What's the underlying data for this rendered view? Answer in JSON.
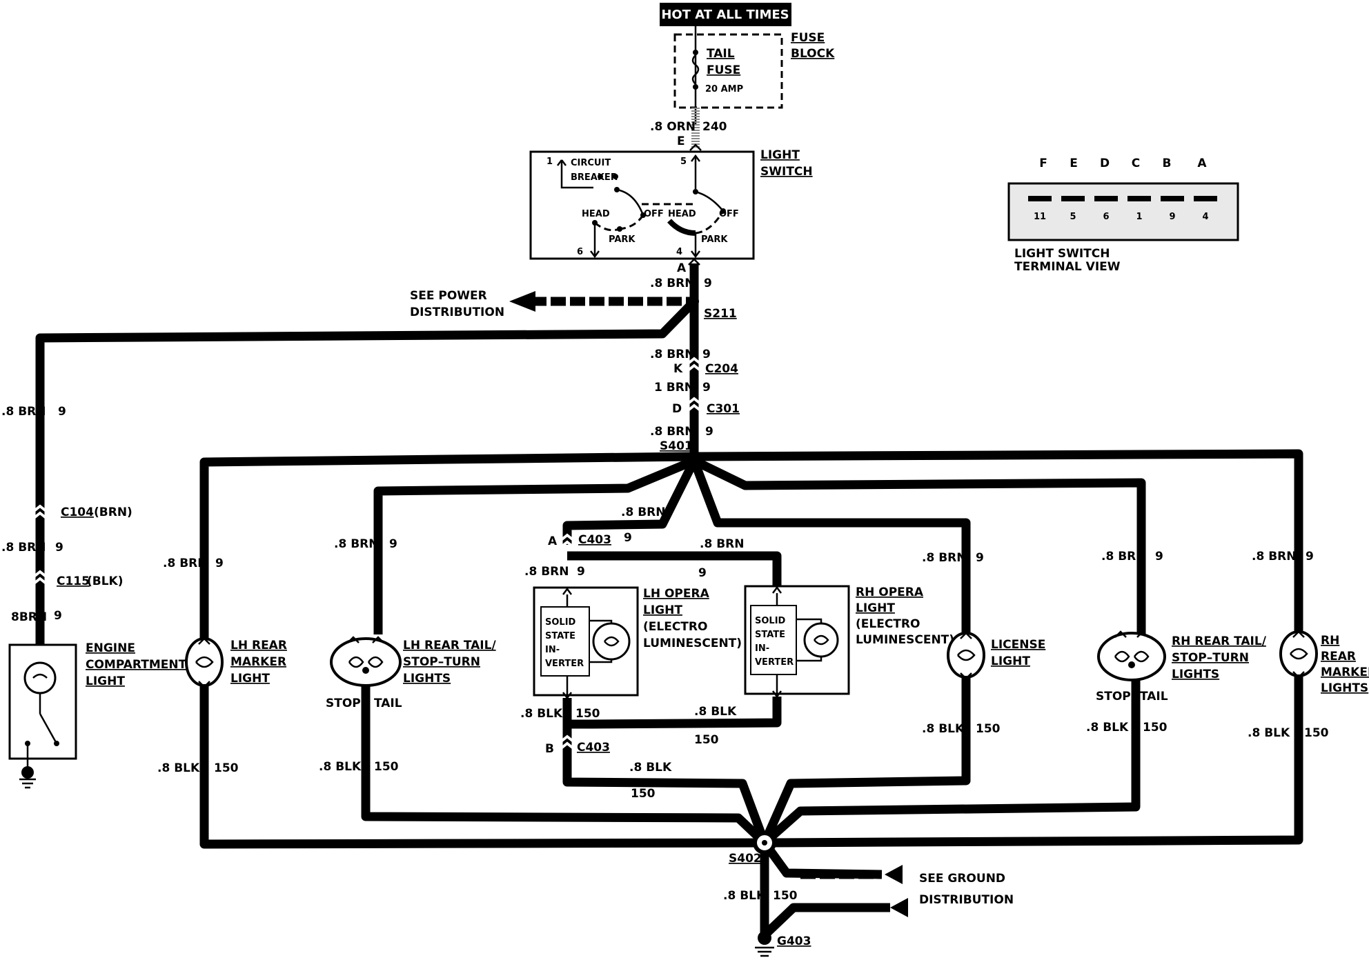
{
  "hot_label": "HOT AT ALL TIMES",
  "fuse": {
    "block_line1": "FUSE",
    "block_line2": "BLOCK",
    "name1": "TAIL",
    "name2": "FUSE",
    "rating": "20 AMP"
  },
  "feed": {
    "gauge": ".8 ORN",
    "circuit": "240",
    "pin": "E"
  },
  "light_switch": {
    "label_line1": "LIGHT",
    "label_line2": "SWITCH",
    "cb_line1": "CIRCUIT",
    "cb_line2": "BREAKER",
    "head": "HEAD",
    "off": "OFF",
    "park": "PARK",
    "pin1": "1",
    "pin5": "5",
    "pin6": "6",
    "pin4": "4",
    "out_pin": "A"
  },
  "terminal_view": {
    "letters": [
      "F",
      "E",
      "D",
      "C",
      "B",
      "A"
    ],
    "numbers": [
      "11",
      "5",
      "6",
      "1",
      "9",
      "4"
    ],
    "title_line1": "LIGHT SWITCH",
    "title_line2": "TERMINAL VIEW"
  },
  "power_dist": {
    "line1": "SEE POWER",
    "line2": "DISTRIBUTION"
  },
  "ground_dist": {
    "line1": "SEE GROUND",
    "line2": "DISTRIBUTION"
  },
  "splices": {
    "s211": "S211",
    "s401": "S401",
    "s402": "S402",
    "g403": "G403"
  },
  "connectors": {
    "c204": "C204",
    "c204_pin": "K",
    "c301": "C301",
    "c301_pin": "D",
    "c104": "C104",
    "c104_color": "(BRN)",
    "c115": "C115",
    "c115_color": "(BLK)",
    "c403": "C403",
    "c403_pin_a": "A",
    "c403_pin_b": "B"
  },
  "wire_labels": {
    "brn08": ".8 BRN",
    "brn1": "1 BRN",
    "brn_eng": "8BRN",
    "blk08": ".8 BLK",
    "c9": "9",
    "c150": "150"
  },
  "components": {
    "engine": [
      "ENGINE",
      "COMPARTMENT",
      "LIGHT"
    ],
    "lh_marker": [
      "LH REAR",
      "MARKER",
      "LIGHT"
    ],
    "lh_tail": [
      "LH REAR TAIL/",
      "STOP–TURN",
      "LIGHTS"
    ],
    "lh_opera": [
      "LH OPERA",
      "LIGHT",
      "(ELECTRO",
      "LUMINESCENT)"
    ],
    "rh_opera": [
      "RH OPERA",
      "LIGHT",
      "(ELECTRO",
      "LUMINESCENT)"
    ],
    "inverter": [
      "SOLID",
      "STATE",
      "IN-",
      "VERTER"
    ],
    "license": [
      "LICENSE",
      "LIGHT"
    ],
    "rh_tail": [
      "RH REAR TAIL/",
      "STOP–TURN",
      "LIGHTS"
    ],
    "rh_marker": [
      "RH",
      "REAR",
      "MARKER",
      "LIGHTS"
    ],
    "stop": "STOP",
    "tail": "TAIL"
  }
}
